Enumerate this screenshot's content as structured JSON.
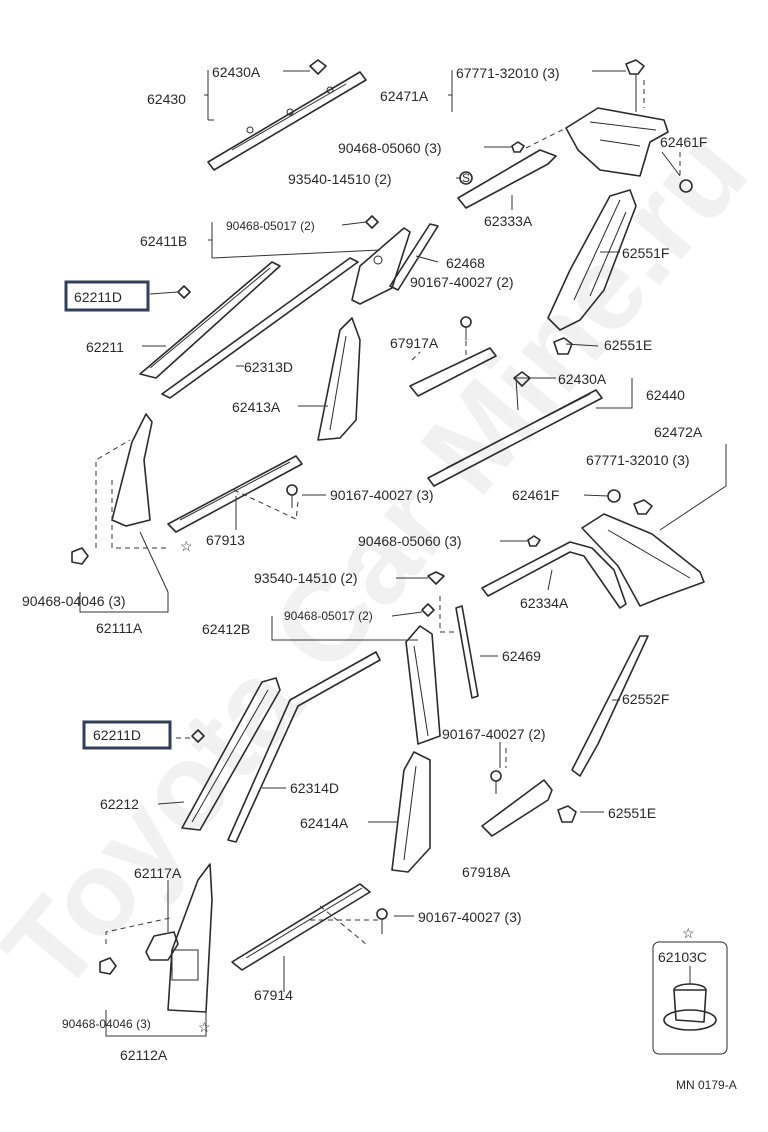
{
  "watermark": "Toyota Car Mine.ru",
  "footer_code": "MN 0179-A",
  "labels": [
    {
      "id": "l1",
      "text": "62430A"
    },
    {
      "id": "l2",
      "text": "62430"
    },
    {
      "id": "l3",
      "text": "67771-32010 (3)"
    },
    {
      "id": "l4",
      "text": "62471A"
    },
    {
      "id": "l5",
      "text": "90468-05060 (3)"
    },
    {
      "id": "l6",
      "text": "62461F"
    },
    {
      "id": "l7",
      "text": "93540-14510 (2)"
    },
    {
      "id": "l8",
      "text": "62333A"
    },
    {
      "id": "l9",
      "text": "90468-05017 (2)"
    },
    {
      "id": "l10",
      "text": "62411B"
    },
    {
      "id": "l11",
      "text": "62468"
    },
    {
      "id": "l12",
      "text": "62551F"
    },
    {
      "id": "l13",
      "text": "90167-40027 (2)"
    },
    {
      "id": "l14",
      "text": "62211D"
    },
    {
      "id": "l15",
      "text": "62211"
    },
    {
      "id": "l16",
      "text": "67917A"
    },
    {
      "id": "l17",
      "text": "62551E"
    },
    {
      "id": "l18",
      "text": "62313D"
    },
    {
      "id": "l19",
      "text": "62430A"
    },
    {
      "id": "l20",
      "text": "62440"
    },
    {
      "id": "l21",
      "text": "62413A"
    },
    {
      "id": "l22",
      "text": "62472A"
    },
    {
      "id": "l23",
      "text": "67771-32010 (3)"
    },
    {
      "id": "l24",
      "text": "62461F"
    },
    {
      "id": "l25",
      "text": "90167-40027 (3)"
    },
    {
      "id": "l26",
      "text": "67913"
    },
    {
      "id": "l27",
      "text": "90468-05060 (3)"
    },
    {
      "id": "l28",
      "text": "93540-14510 (2)"
    },
    {
      "id": "l29",
      "text": "62334A"
    },
    {
      "id": "l30",
      "text": "90468-04046 (3)"
    },
    {
      "id": "l31",
      "text": "62111A"
    },
    {
      "id": "l32",
      "text": "90468-05017 (2)"
    },
    {
      "id": "l33",
      "text": "62412B"
    },
    {
      "id": "l34",
      "text": "62469"
    },
    {
      "id": "l35",
      "text": "62552F"
    },
    {
      "id": "l36",
      "text": "62211D"
    },
    {
      "id": "l37",
      "text": "90167-40027 (2)"
    },
    {
      "id": "l38",
      "text": "62314D"
    },
    {
      "id": "l39",
      "text": "62212"
    },
    {
      "id": "l40",
      "text": "62551E"
    },
    {
      "id": "l41",
      "text": "62414A"
    },
    {
      "id": "l42",
      "text": "67918A"
    },
    {
      "id": "l43",
      "text": "62117A"
    },
    {
      "id": "l44",
      "text": "90167-40027 (3)"
    },
    {
      "id": "l45",
      "text": "67914"
    },
    {
      "id": "l46",
      "text": "62103C"
    },
    {
      "id": "l47",
      "text": "90468-04046 (3)"
    },
    {
      "id": "l48",
      "text": "62112A"
    }
  ]
}
